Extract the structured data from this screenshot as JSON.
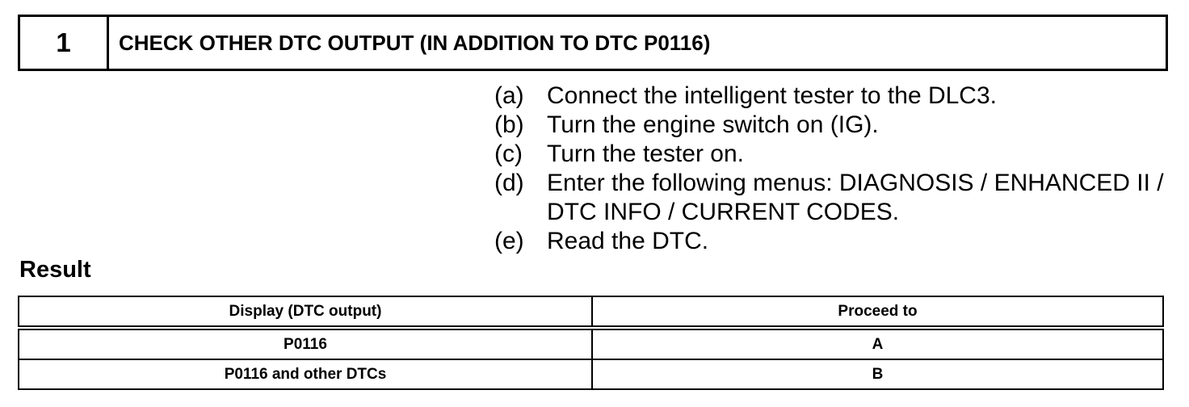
{
  "step": {
    "number": "1",
    "title": "CHECK OTHER DTC OUTPUT (IN ADDITION TO DTC P0116)"
  },
  "instructions": [
    {
      "marker": "(a)",
      "text": "Connect the intelligent tester to the DLC3."
    },
    {
      "marker": "(b)",
      "text": "Turn the engine switch on (IG)."
    },
    {
      "marker": "(c)",
      "text": "Turn the tester on."
    },
    {
      "marker": "(d)",
      "text": "Enter the following menus: DIAGNOSIS / ENHANCED II / DTC INFO / CURRENT CODES."
    },
    {
      "marker": "(e)",
      "text": "Read the DTC."
    }
  ],
  "result": {
    "heading": "Result",
    "columns": [
      "Display (DTC output)",
      "Proceed to"
    ],
    "rows": [
      [
        "P0116",
        "A"
      ],
      [
        "P0116 and other DTCs",
        "B"
      ]
    ]
  }
}
